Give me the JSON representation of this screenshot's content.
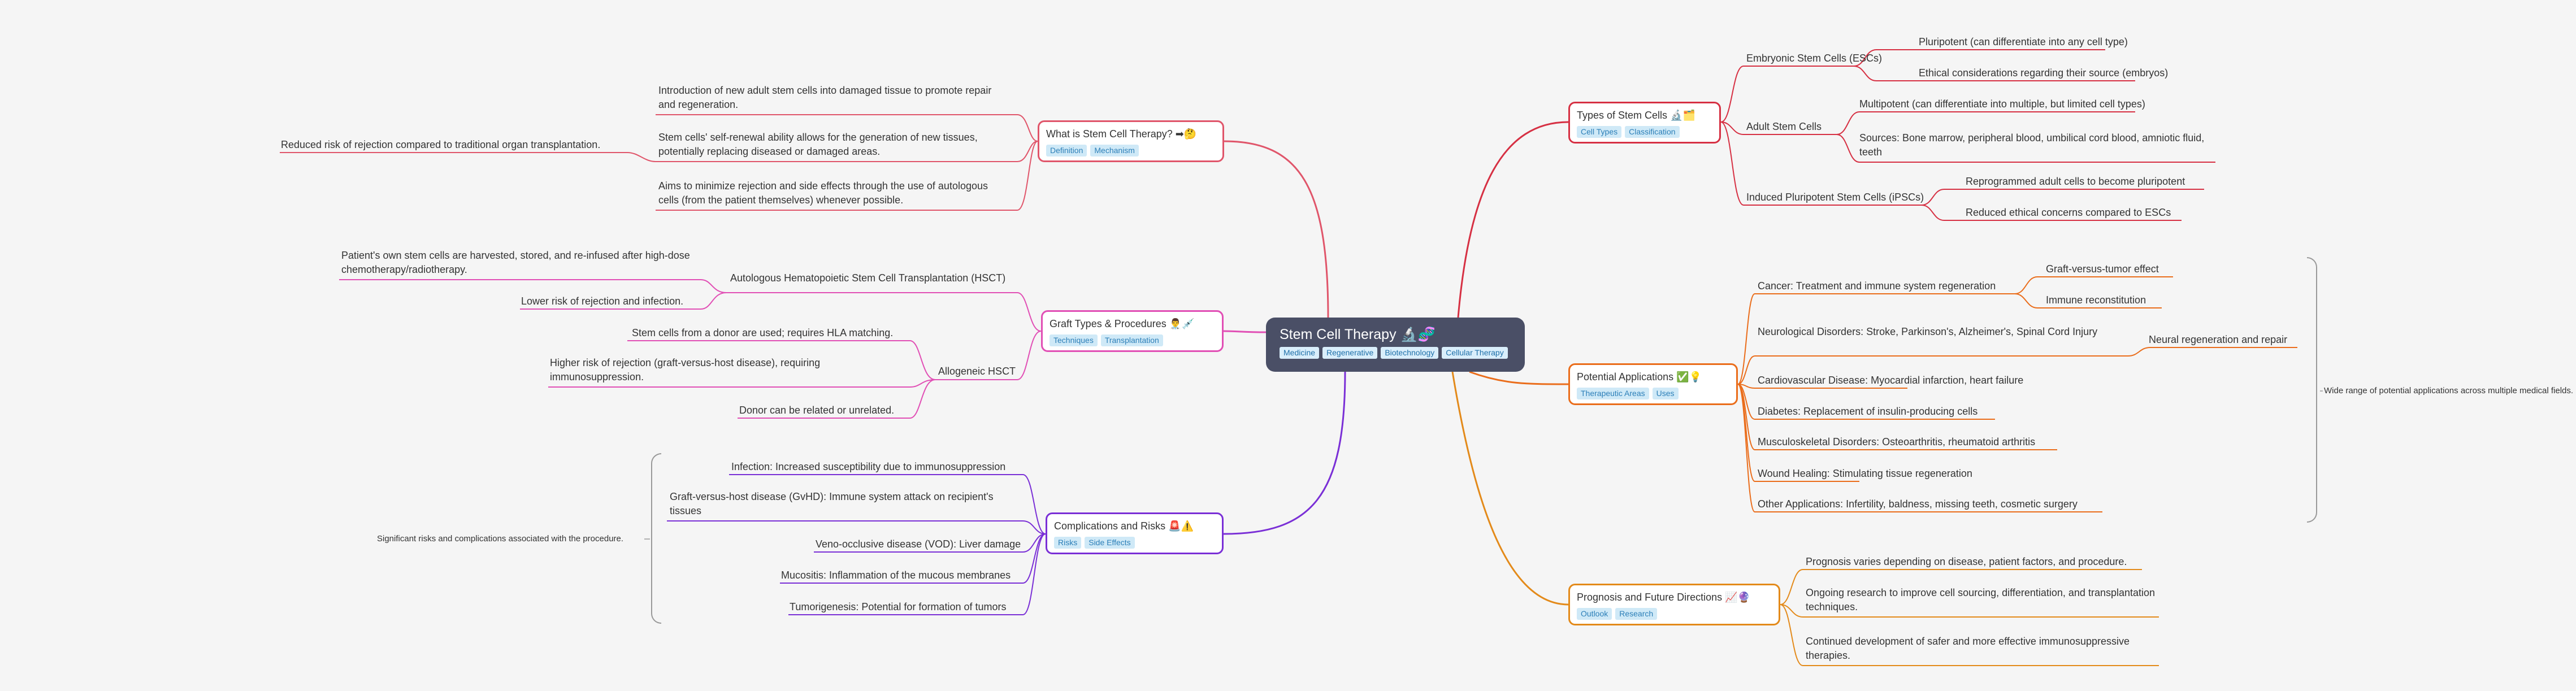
{
  "root": {
    "title": "Stem Cell Therapy 🔬🧬",
    "tags": [
      "Medicine",
      "Regenerative",
      "Biotechnology",
      "Cellular Therapy"
    ]
  },
  "colors": {
    "definition": "#e0556a",
    "graft": "#e14fb5",
    "complications": "#7a2fd6",
    "types": "#d63043",
    "applications": "#ea6d1b",
    "prognosis": "#e38a1a"
  },
  "topics": {
    "definition": {
      "title": "What is Stem Cell Therapy? ➡🤔",
      "tags": [
        "Definition",
        "Mechanism"
      ],
      "items": [
        "Introduction of new adult stem cells into damaged tissue to promote repair and regeneration.",
        "Stem cells' self-renewal ability allows for the generation of new tissues, potentially replacing diseased or damaged areas.",
        "Aims to minimize rejection and side effects through the use of autologous cells (from the patient themselves) whenever possible."
      ],
      "sub_note": "Reduced risk of rejection compared to traditional organ transplantation."
    },
    "graft": {
      "title": "Graft Types & Procedures 👨‍⚕️💉",
      "tags": [
        "Techniques",
        "Transplantation"
      ],
      "autologous": {
        "label": "Autologous Hematopoietic Stem Cell Transplantation (HSCT)",
        "items": [
          "Patient's own stem cells are harvested, stored, and re-infused after high-dose chemotherapy/radiotherapy.",
          "Lower risk of rejection and infection."
        ]
      },
      "allogeneic": {
        "label": "Allogeneic HSCT",
        "items": [
          "Stem cells from a donor are used; requires HLA matching.",
          "Higher risk of rejection (graft-versus-host disease), requiring immunosuppression.",
          "Donor can be related or unrelated."
        ]
      }
    },
    "complications": {
      "title": "Complications and Risks 🚨⚠️",
      "tags": [
        "Risks",
        "Side Effects"
      ],
      "items": [
        "Infection: Increased susceptibility due to immunosuppression",
        "Graft-versus-host disease (GvHD): Immune system attack on recipient's tissues",
        "Veno-occlusive disease (VOD): Liver damage",
        "Mucositis: Inflammation of the mucous membranes",
        "Tumorigenesis:  Potential for formation of tumors"
      ],
      "summary": "Significant risks and complications associated with the procedure."
    },
    "types": {
      "title": "Types of Stem Cells 🔬🗂️",
      "tags": [
        "Cell Types",
        "Classification"
      ],
      "groups": [
        {
          "label": "Embryonic Stem Cells (ESCs)",
          "items": [
            "Pluripotent (can differentiate into any cell type)",
            "Ethical considerations regarding their source (embryos)"
          ]
        },
        {
          "label": "Adult Stem Cells",
          "items": [
            "Multipotent (can differentiate into multiple, but limited cell types)",
            "Sources: Bone marrow, peripheral blood, umbilical cord blood, amniotic fluid, teeth"
          ]
        },
        {
          "label": "Induced Pluripotent Stem Cells (iPSCs)",
          "items": [
            "Reprogrammed adult cells to become pluripotent",
            "Reduced ethical concerns compared to ESCs"
          ]
        }
      ]
    },
    "applications": {
      "title": "Potential Applications ✅💡",
      "tags": [
        "Therapeutic Areas",
        "Uses"
      ],
      "cancer": {
        "label": "Cancer:  Treatment and immune system regeneration",
        "items": [
          "Graft-versus-tumor effect",
          "Immune reconstitution"
        ]
      },
      "neuro": {
        "label": "Neurological Disorders:  Stroke, Parkinson's, Alzheimer's, Spinal Cord Injury",
        "item": "Neural regeneration and repair"
      },
      "items": [
        "Cardiovascular Disease:  Myocardial infarction, heart failure",
        "Diabetes:  Replacement of insulin-producing cells",
        "Musculoskeletal Disorders: Osteoarthritis, rheumatoid arthritis",
        "Wound Healing:  Stimulating tissue regeneration",
        "Other Applications:  Infertility, baldness, missing teeth, cosmetic surgery"
      ],
      "summary": "Wide range of potential applications across multiple medical fields."
    },
    "prognosis": {
      "title": "Prognosis and Future Directions 📈🔮",
      "tags": [
        "Outlook",
        "Research"
      ],
      "items": [
        "Prognosis varies depending on disease, patient factors, and procedure.",
        "Ongoing research to improve cell sourcing, differentiation, and transplantation techniques.",
        "Continued development of safer and more effective immunosuppressive therapies."
      ]
    }
  }
}
